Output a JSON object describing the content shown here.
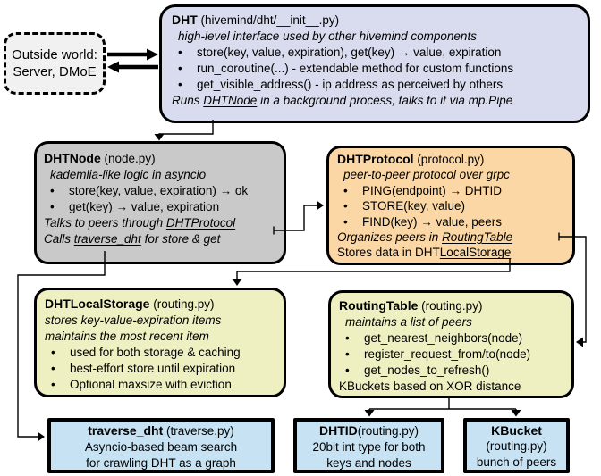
{
  "colors": {
    "dht-bg": "#d9dcee",
    "node-bg": "#c9c9c9",
    "proto-bg": "#fcd7a6",
    "yellow-bg": "#eff0c1",
    "blue-bg": "#c6e2f3",
    "outside-bg": "#f1f1f1",
    "line": "#000000"
  },
  "bullet_char": "•",
  "outside_world": {
    "line1": "Outside world:",
    "line2": "Server, DMoE"
  },
  "dht": {
    "title": "DHT",
    "title_suffix": " (hivemind/dht/__init__.py)",
    "subtitle": "high-level interface used by other hivemind components",
    "bullets": [
      "store(key, value, expiration), get(key) → value, expiration",
      "run_coroutine(...) - extendable method for custom functions",
      "get_visible_address() - ip address as perceived by others"
    ],
    "footer_prefix": "Runs ",
    "footer_link": "DHTNode",
    "footer_suffix": " in a background process, talks to it via mp.Pipe"
  },
  "dhtnode": {
    "title": "DHTNode",
    "title_suffix": " (node.py)",
    "subtitle": "kademlia-like logic in asyncio",
    "bullets": [
      "store(key, value, expiration) → ok",
      "get(key) → value, expiration"
    ],
    "peers_prefix": "Talks to peers through ",
    "peers_link": "DHTProtocol",
    "traverse_prefix": "Calls ",
    "traverse_link": "traverse_dht",
    "traverse_suffix": " for store & get"
  },
  "dhtprotocol": {
    "title": "DHTProtocol",
    "title_suffix": " (protocol.py)",
    "subtitle": "peer-to-peer protocol over grpc",
    "bullets": [
      "PING(endpoint) → DHTID",
      "STORE(key, value)",
      "FIND(key) → value, peers"
    ],
    "organizes_prefix": "Organizes peers in ",
    "organizes_link": "RoutingTable",
    "stores_prefix": "Stores data in DHT",
    "stores_link": "LocalStorage"
  },
  "localstorage": {
    "title": "DHTLocalStorage",
    "title_suffix": " (routing.py)",
    "subtitle1": "stores key-value-expiration items",
    "subtitle2": "maintains the most recent item",
    "bullets": [
      "used for both storage & caching",
      "best-effort store until expiration",
      "Optional maxsize with eviction"
    ]
  },
  "routingtable": {
    "title": "RoutingTable",
    "title_suffix": " (routing.py)",
    "subtitle": "maintains a list of peers",
    "bullets": [
      "get_nearest_neighbors(node)",
      "register_request_from/to(node)",
      "get_nodes_to_refresh()"
    ],
    "footer": "KBuckets based on XOR distance"
  },
  "traverse": {
    "title": "traverse_dht",
    "title_suffix": " (traverse.py)",
    "line1": "Asyncio-based beam search",
    "line2": "for crawling DHT as a graph"
  },
  "dhtid": {
    "title": "DHTID",
    "title_suffix": "(routing.py)",
    "line1": "20bit int type for both",
    "line2": "keys and nodes"
  },
  "kbucket": {
    "title": "KBucket",
    "line1": "(routing.py)",
    "line2": "bunch of peers"
  }
}
